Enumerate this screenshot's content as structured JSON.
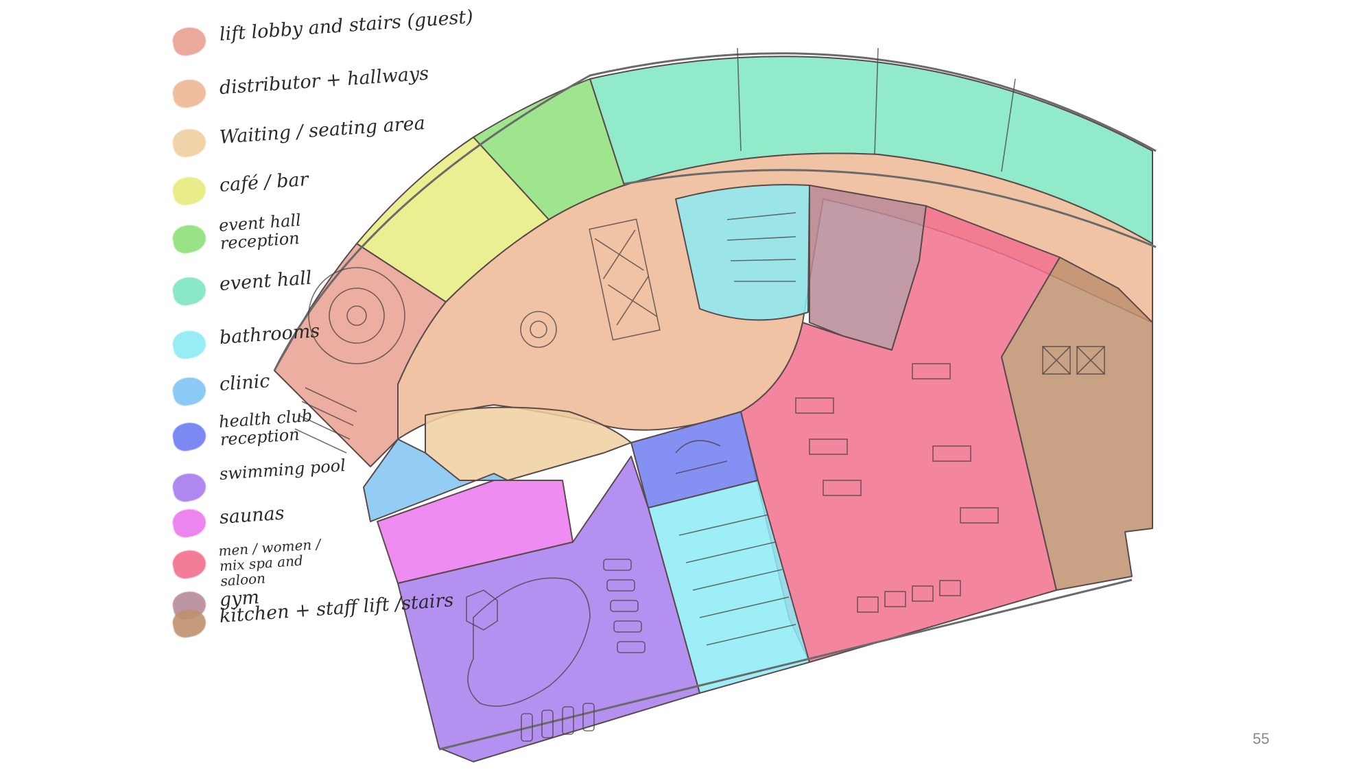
{
  "legend": {
    "items": [
      {
        "label": "lift lobby and stairs (guest)",
        "color": "#E8A090"
      },
      {
        "label": "distributor + hallways",
        "color": "#EDB894"
      },
      {
        "label": "Waiting / seating area",
        "color": "#F0CFA0"
      },
      {
        "label": "café / bar",
        "color": "#E6EC7E"
      },
      {
        "label": "event hall reception",
        "color": "#8EE07A"
      },
      {
        "label": "event hall",
        "color": "#7EE6C0"
      },
      {
        "label": "bathrooms",
        "color": "#8CEBF4"
      },
      {
        "label": "clinic",
        "color": "#80C4F2"
      },
      {
        "label": "health club reception",
        "color": "#6E7CF0"
      },
      {
        "label": "swimming pool",
        "color": "#A77CEE"
      },
      {
        "label": "saunas",
        "color": "#EC78EE"
      },
      {
        "label": "men / women / mix spa and saloon",
        "color": "#F2708E"
      },
      {
        "label": "gym",
        "color": "#B88A98"
      },
      {
        "label": "kitchen + staff lift /stairs",
        "color": "#C09070"
      }
    ]
  },
  "page_number": "55"
}
